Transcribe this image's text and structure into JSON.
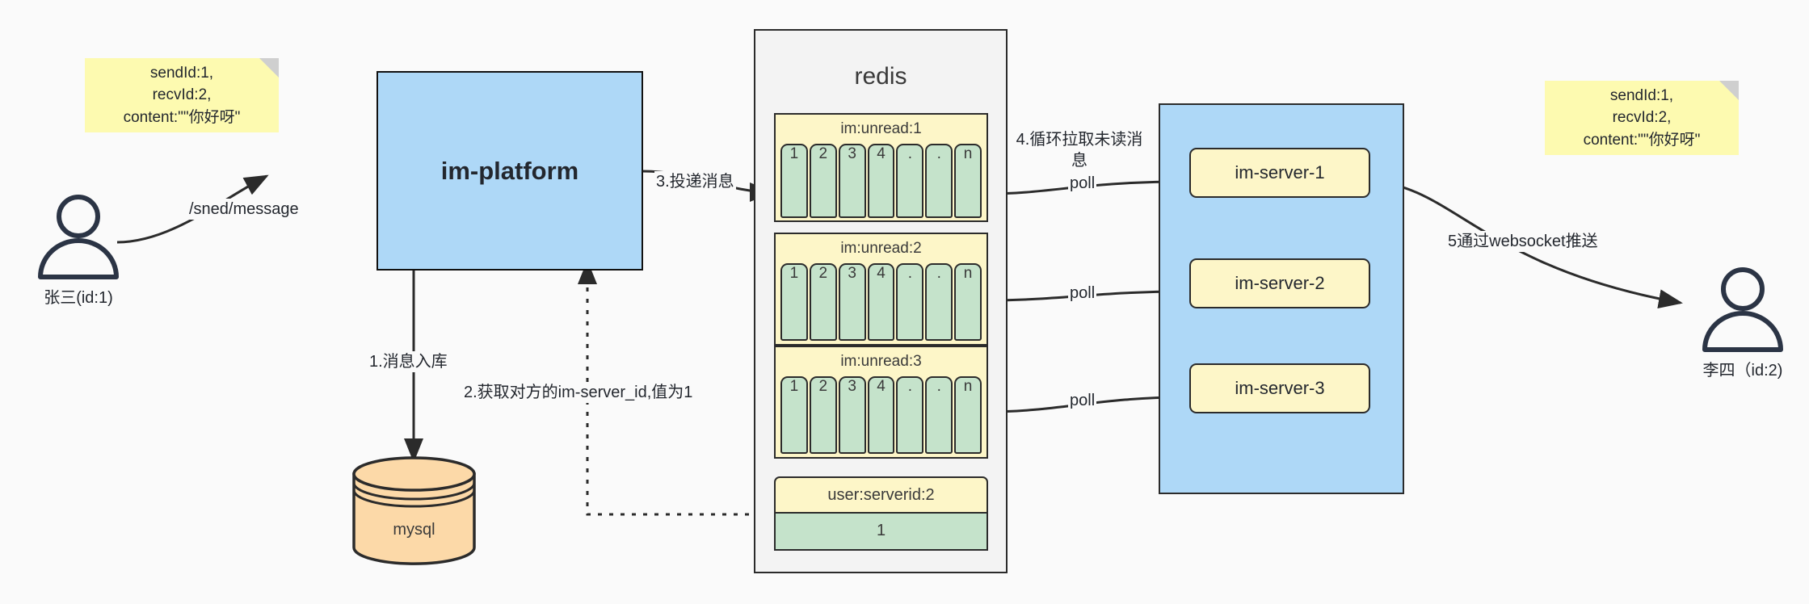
{
  "diagram": {
    "title": "IM message delivery architecture",
    "colors": {
      "note_fill": "#fdfab0",
      "platform_fill": "#aed8f7",
      "redis_fill": "#f3f3f3",
      "key_fill": "#fdf6c8",
      "value_fill": "#c5e3cb",
      "cluster_fill": "#aed8f7",
      "db_fill": "#fcd9a8",
      "stroke": "#2b2b2b"
    }
  },
  "notes": {
    "left": "sendId:1,\nrecvId:2,\ncontent:\"\"你好呀\"",
    "right": "sendId:1,\nrecvId:2,\ncontent:\"\"你好呀\""
  },
  "actors": {
    "sender": {
      "label": "张三(id:1)",
      "icon": "user-icon"
    },
    "receiver": {
      "label": "李四（id:2)",
      "icon": "user-icon"
    }
  },
  "platform": {
    "label": "im-platform"
  },
  "database": {
    "label": "mysql",
    "icon": "cylinder-database-icon"
  },
  "redis": {
    "title": "redis",
    "lists": [
      {
        "key": "im:unread:1",
        "cells": [
          "1",
          "2",
          "3",
          "4",
          ".",
          ".",
          "n"
        ]
      },
      {
        "key": "im:unread:2",
        "cells": [
          "1",
          "2",
          "3",
          "4",
          ".",
          ".",
          "n"
        ]
      },
      {
        "key": "im:unread:3",
        "cells": [
          "1",
          "2",
          "3",
          "4",
          ".",
          ".",
          "n"
        ]
      }
    ],
    "kv": {
      "key": "user:serverid:2",
      "value": "1"
    }
  },
  "cluster": {
    "servers": [
      {
        "label": "im-server-1"
      },
      {
        "label": "im-server-2"
      },
      {
        "label": "im-server-3"
      }
    ]
  },
  "edges": {
    "send_message": "/sned/message",
    "step1": "1.消息入库",
    "step2": "2.获取对方的im-server_id,值为1",
    "step3": "3.投递消息",
    "step4": "4.循环拉取未读消息",
    "step5": "5通过websocket推送",
    "poll1": "poll",
    "poll2": "poll",
    "poll3": "poll"
  }
}
